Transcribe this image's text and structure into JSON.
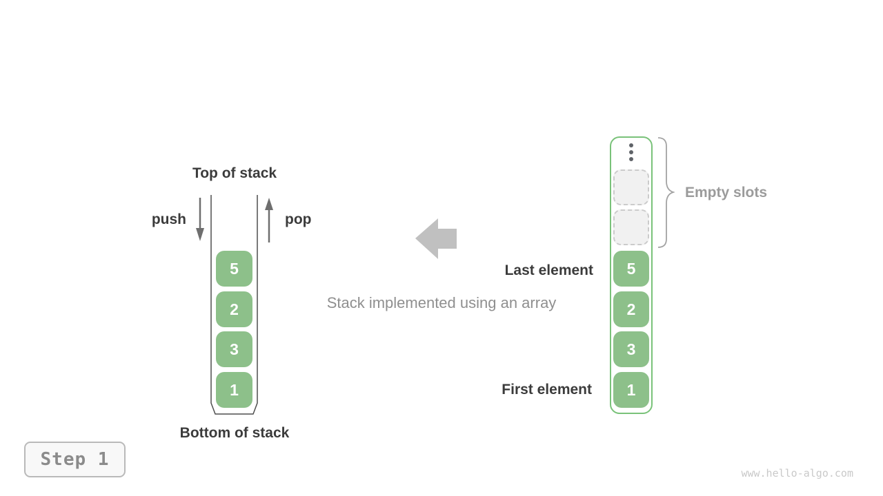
{
  "figure": {
    "caption": "Stack implemented using an array",
    "watermark": "www.hello-algo.com",
    "step_badge": "Step 1"
  },
  "stack_diagram": {
    "top_label": "Top of stack",
    "bottom_label": "Bottom of stack",
    "push_label": "push",
    "pop_label": "pop",
    "values": [
      "5",
      "2",
      "3",
      "1"
    ]
  },
  "array_diagram": {
    "values": [
      "5",
      "2",
      "3",
      "1"
    ],
    "empty_slot_count": 2,
    "empty_slots_label": "Empty slots",
    "last_element_label": "Last element",
    "first_element_label": "First element"
  },
  "icons": {
    "push_arrow": "down-arrow",
    "pop_arrow": "up-arrow",
    "transform_arrow": "left-block-arrow",
    "more_items": "vertical-ellipsis",
    "grouping": "right-curly-brace"
  },
  "colors": {
    "box-green": "#8dc08a",
    "container-green": "#79c279",
    "dark-text": "#3b3b3b",
    "gray-text": "#8f8f8f",
    "light-gray-text": "#c9c9c9",
    "arrow-gray": "#6e6e6e",
    "block-arrow-gray": "#c0c0c0",
    "slot-fill": "#f1f1f1",
    "slot-border": "#cbcbcb",
    "wall-gray": "#4d4d4d",
    "brace-gray": "#a3a3a3",
    "dot-gray": "#5f6368",
    "badge-border": "#b9b9b9",
    "badge-bg": "#f8f8f8",
    "badge-text": "#8b8b8b"
  }
}
